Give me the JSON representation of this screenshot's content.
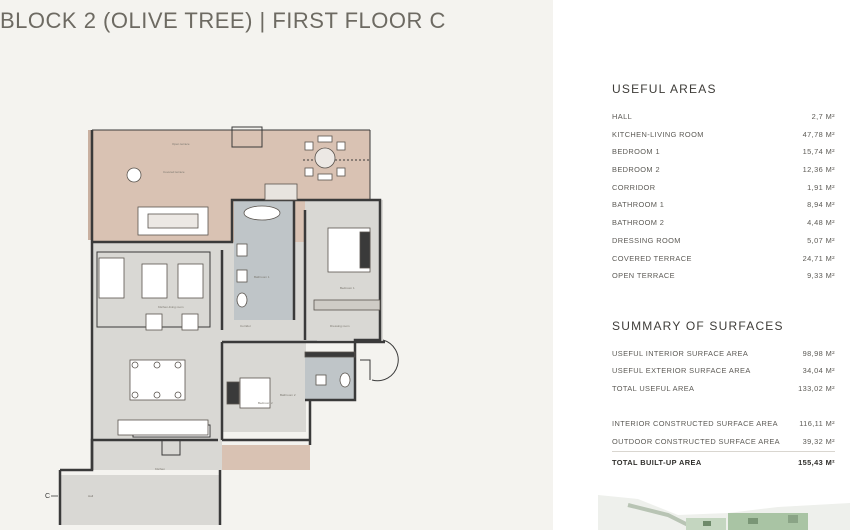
{
  "title": "BLOCK 2 (OLIVE TREE) | FIRST FLOOR C",
  "plan": {
    "room_labels": {
      "open_terrace": "Open terrace",
      "covered_terrace": "Covered terrace",
      "kitchen_living": "Kitchen-living room",
      "bathroom1": "Bathroom 1",
      "bedroom1": "Bedroom 1",
      "corridor": "Corridor",
      "dressing": "Dressing room",
      "bathroom2": "Bathroom 2",
      "bedroom2": "Bedroom 2",
      "kitchen": "Kitchen",
      "hall": "Hall"
    },
    "entry_marker": "C"
  },
  "useful_areas": {
    "heading": "USEFUL AREAS",
    "rows": [
      {
        "label": "HALL",
        "value": "2,7 M²"
      },
      {
        "label": "KITCHEN-LIVING ROOM",
        "value": "47,78 M²"
      },
      {
        "label": "BEDROOM 1",
        "value": "15,74 M²"
      },
      {
        "label": "BEDROOM 2",
        "value": "12,36 M²"
      },
      {
        "label": "CORRIDOR",
        "value": "1,91 M²"
      },
      {
        "label": "BATHROOM 1",
        "value": "8,94 M²"
      },
      {
        "label": "BATHROOM 2",
        "value": "4,48 M²"
      },
      {
        "label": "DRESSING ROOM",
        "value": "5,07 M²"
      },
      {
        "label": "COVERED TERRACE",
        "value": "24,71 M²"
      },
      {
        "label": "OPEN TERRACE",
        "value": "9,33 M²"
      }
    ]
  },
  "summary": {
    "heading": "SUMMARY OF SURFACES",
    "rows": [
      {
        "label": "USEFUL INTERIOR SURFACE AREA",
        "value": "98,98 M²"
      },
      {
        "label": "USEFUL EXTERIOR SURFACE AREA",
        "value": "34,04 M²"
      },
      {
        "label": "TOTAL USEFUL AREA",
        "value": "133,02 M²"
      }
    ],
    "rows2": [
      {
        "label": "INTERIOR CONSTRUCTED SURFACE AREA",
        "value": "116,11 M²"
      },
      {
        "label": "OUTDOOR CONSTRUCTED SURFACE AREA",
        "value": "39,32 M²"
      }
    ],
    "total": {
      "label": "TOTAL BUILT-UP AREA",
      "value": "155,43 M²"
    }
  },
  "colors": {
    "page_left": "#f4f3ef",
    "terrace": "#d9c2b3",
    "interior": "#d9d8d4",
    "bathroom": "#bfc5c8",
    "wall": "#3a3a3a"
  }
}
